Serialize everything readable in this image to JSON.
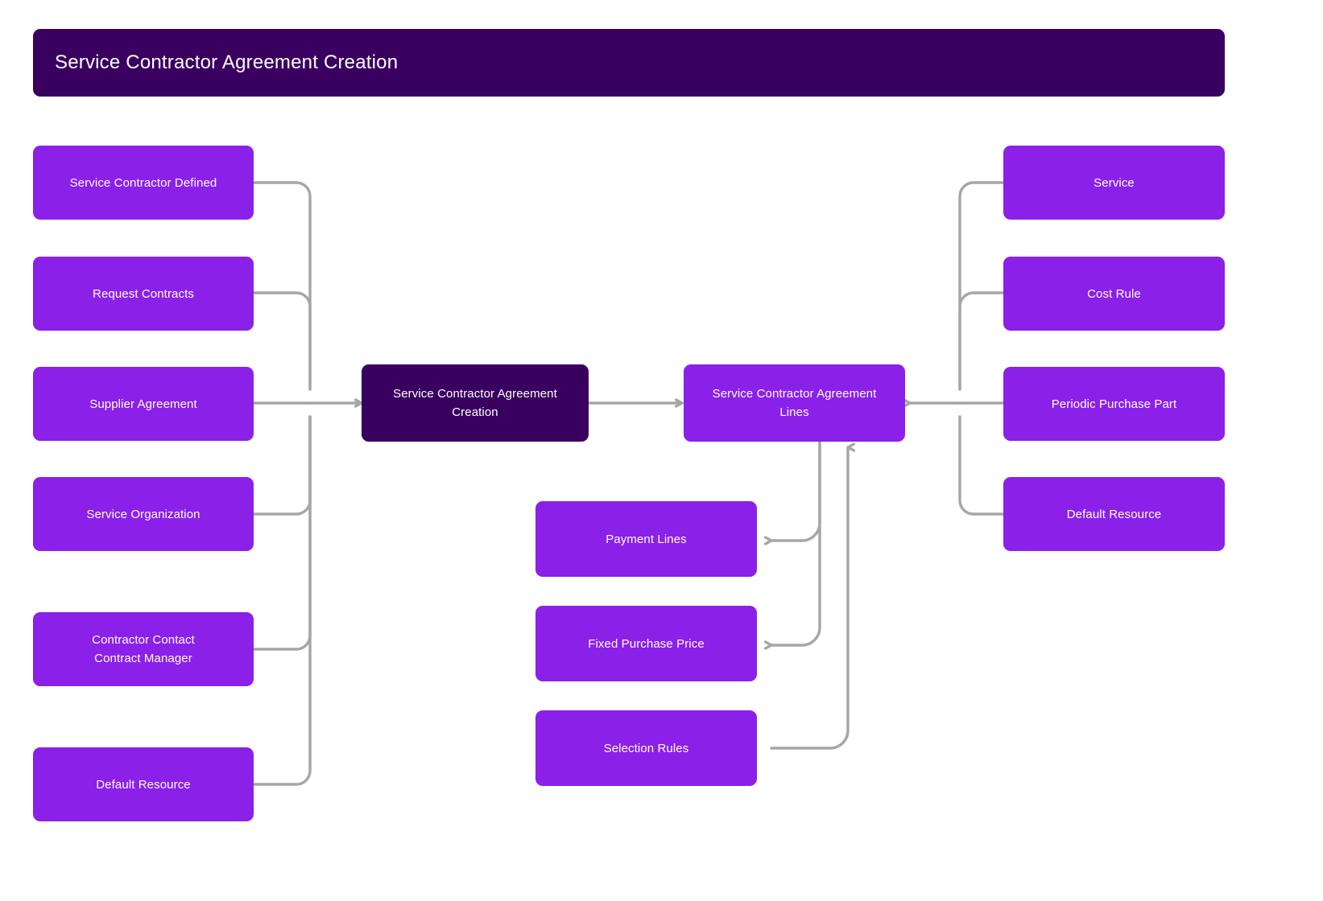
{
  "header": {
    "title": "Service Contractor Agreement Creation",
    "background_color": "#3A0060",
    "text_color": "#FFFFFF"
  },
  "theme": {
    "node_color": "#8B20E8",
    "accent_dark": "#3A0060",
    "edge_color": "#A6A6A6",
    "canvas_background": "#FFFFFF",
    "node_text_color": "#FFFFFF"
  },
  "diagram": {
    "type": "flowchart",
    "orientation": "left-to-right",
    "nodes": {
      "inputs": [
        {
          "id": "service-contractor-defined",
          "label": "Service Contractor Defined"
        },
        {
          "id": "request-contracts",
          "label": "Request Contracts"
        },
        {
          "id": "supplier-agreement",
          "label": "Supplier Agreement"
        },
        {
          "id": "service-organization",
          "label": "Service Organization"
        },
        {
          "id": "contractor-contact-contract-manager",
          "label": "Contractor Contact\nContract Manager"
        },
        {
          "id": "default-resource-left",
          "label": "Default Resource"
        }
      ],
      "process": {
        "id": "service-contractor-agreement-creation",
        "label": "Service Contractor Agreement\nCreation"
      },
      "lines": {
        "id": "service-contractor-agreement-lines",
        "label": "Service Contractor Agreement\nLines"
      },
      "line_details": [
        {
          "id": "payment-lines",
          "label": "Payment Lines"
        },
        {
          "id": "fixed-purchase-price",
          "label": "Fixed Purchase Price"
        },
        {
          "id": "selection-rules",
          "label": "Selection Rules"
        }
      ],
      "attributes": [
        {
          "id": "service",
          "label": "Service"
        },
        {
          "id": "cost-rule",
          "label": "Cost Rule"
        },
        {
          "id": "periodic-purchase-part",
          "label": "Periodic Purchase Part"
        },
        {
          "id": "default-resource-right",
          "label": "Default Resource"
        }
      ]
    },
    "edges": [
      {
        "from": "service-contractor-defined",
        "to": "service-contractor-agreement-creation"
      },
      {
        "from": "request-contracts",
        "to": "service-contractor-agreement-creation"
      },
      {
        "from": "supplier-agreement",
        "to": "service-contractor-agreement-creation"
      },
      {
        "from": "service-organization",
        "to": "service-contractor-agreement-creation"
      },
      {
        "from": "contractor-contact-contract-manager",
        "to": "service-contractor-agreement-creation"
      },
      {
        "from": "default-resource-left",
        "to": "service-contractor-agreement-creation"
      },
      {
        "from": "service-contractor-agreement-creation",
        "to": "service-contractor-agreement-lines"
      },
      {
        "from": "service",
        "to": "service-contractor-agreement-lines"
      },
      {
        "from": "cost-rule",
        "to": "service-contractor-agreement-lines"
      },
      {
        "from": "periodic-purchase-part",
        "to": "service-contractor-agreement-lines"
      },
      {
        "from": "default-resource-right",
        "to": "service-contractor-agreement-lines"
      },
      {
        "from": "service-contractor-agreement-lines",
        "to": "payment-lines"
      },
      {
        "from": "service-contractor-agreement-lines",
        "to": "fixed-purchase-price"
      },
      {
        "from": "selection-rules",
        "to": "service-contractor-agreement-lines"
      }
    ]
  }
}
